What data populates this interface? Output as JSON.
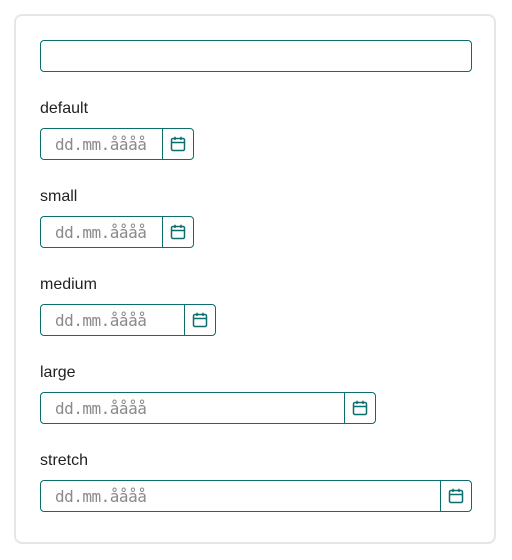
{
  "top_field": {
    "value": ""
  },
  "fields": [
    {
      "label": "default",
      "placeholder": "dd.mm.åååå",
      "icon": "calendar-icon"
    },
    {
      "label": "small",
      "placeholder": "dd.mm.åååå",
      "icon": "calendar-icon"
    },
    {
      "label": "medium",
      "placeholder": "dd.mm.åååå",
      "icon": "calendar-icon"
    },
    {
      "label": "large",
      "placeholder": "dd.mm.åååå",
      "icon": "calendar-icon"
    },
    {
      "label": "stretch",
      "placeholder": "dd.mm.åååå",
      "icon": "calendar-icon"
    }
  ],
  "colors": {
    "accent": "#0b6e6c",
    "border_card": "#e6e6e6",
    "placeholder": "#8a8a8a"
  }
}
